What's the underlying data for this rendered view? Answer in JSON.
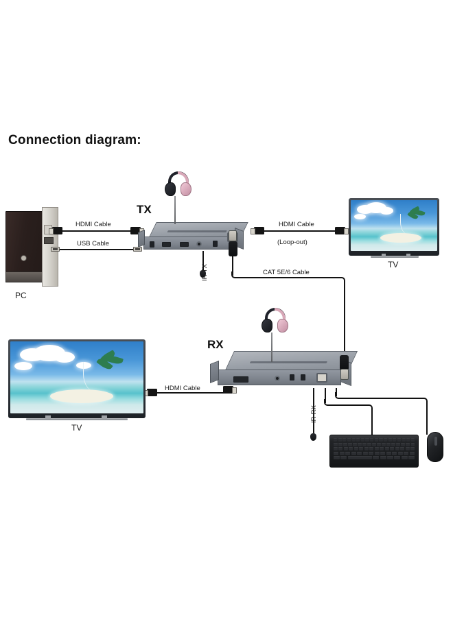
{
  "page": {
    "title": "Connection diagram:",
    "background": "#ffffff"
  },
  "devices": {
    "pc": {
      "label": "PC",
      "name": "pc-tower"
    },
    "tx": {
      "label": "TX",
      "name": "transmitter-unit"
    },
    "rx": {
      "label": "RX",
      "name": "receiver-unit"
    },
    "tv_top": {
      "label": "TV",
      "name": "tv-display-top"
    },
    "tv_bottom": {
      "label": "TV",
      "name": "tv-display-bottom"
    },
    "headphones_tx": {
      "name": "headphones-tx"
    },
    "headphones_rx": {
      "name": "headphones-rx"
    },
    "keyboard": {
      "name": "keyboard"
    },
    "mouse": {
      "name": "mouse"
    }
  },
  "cables": {
    "pc_hdmi": "HDMI Cable",
    "pc_usb": "USB Cable",
    "loop_out_line1": "HDMI Cable",
    "loop_out_line2": "(Loop-out)",
    "cat_cable": "CAT 5E/6 Cable",
    "rx_hdmi": "HDMI Cable"
  },
  "ir": {
    "tx": "IR-TX",
    "rx": "IR-RX"
  },
  "colors": {
    "wire": "#121212",
    "device_body": "#9aa0a8",
    "text": "#1a1a1a",
    "accent_pink": "#d8a8b8",
    "tv_sky": "#4a97d8"
  }
}
